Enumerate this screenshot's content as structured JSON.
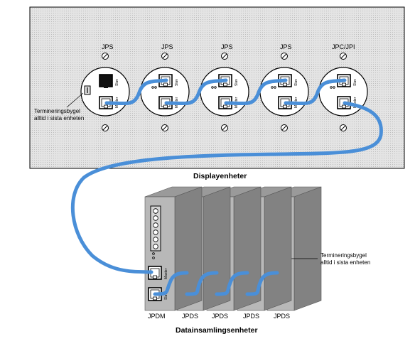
{
  "display_units": {
    "labels": [
      "JPS",
      "JPS",
      "JPS",
      "JPS",
      "JPC/JPI"
    ],
    "termination_note": [
      "Termineringsbygel",
      "alltid i sista enheten"
    ]
  },
  "headings": {
    "display": "Displayenheter",
    "data": "Datainsamlingsenheter"
  },
  "data_units": {
    "labels": [
      "JPDM",
      "JPDS",
      "JPDS",
      "JPDS",
      "JPDS"
    ],
    "termination_note": [
      "Termineringsbygel",
      "alltid i sista enheten"
    ]
  },
  "port_text": {
    "in": "Master",
    "out": "Slav"
  },
  "colors": {
    "panel": "#e2e2e2",
    "cable": "#4a8fd8",
    "module_front": "#b8b8b8",
    "module_top": "#9a9a9a",
    "module_side": "#828282"
  }
}
